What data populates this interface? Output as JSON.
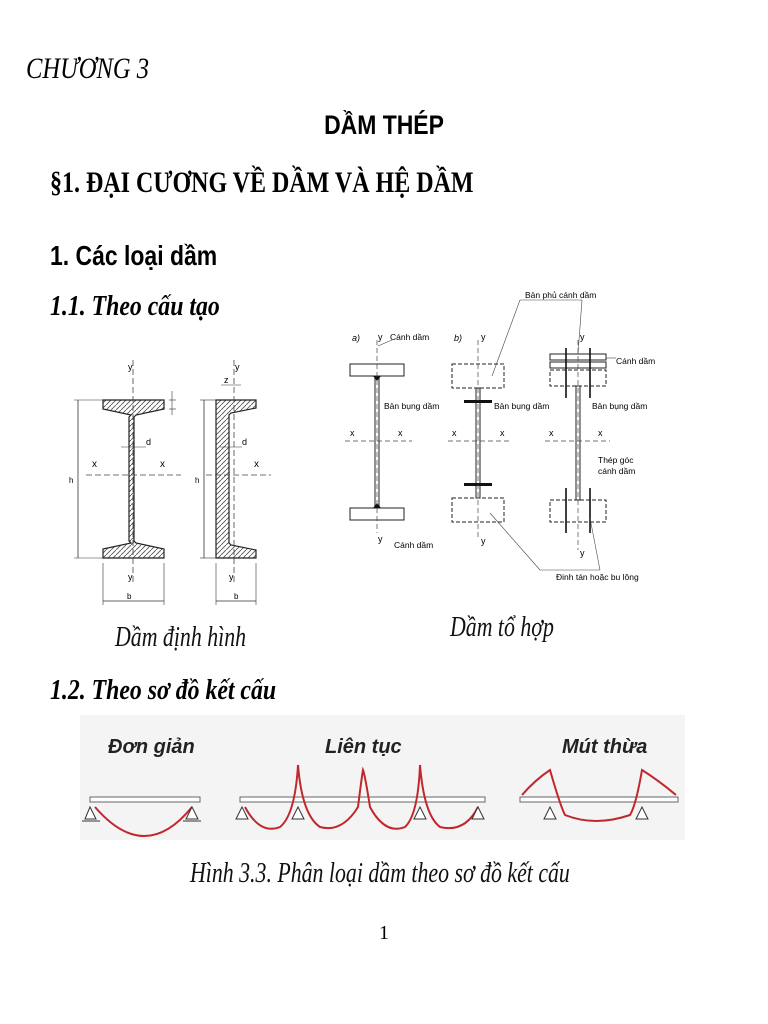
{
  "chapter": "CHƯƠNG 3",
  "title": "DẦM THÉP",
  "section": "§1. ĐẠI CƯƠNG VỀ DẦM VÀ HỆ DẦM",
  "heading1": "1. Các loại dầm",
  "sub1": "1.1. Theo cấu tạo",
  "sub2": "1.2. Theo sơ đồ kết cấu",
  "rolled": {
    "caption": "Dầm định hình",
    "labels": {
      "y": "y",
      "x": "x",
      "d": "d",
      "h": "h",
      "b": "b",
      "z": "z"
    }
  },
  "builtup": {
    "caption": "Dầm tổ hợp",
    "label_a": "a)",
    "label_b": "b)",
    "canh_dam": "Cánh dầm",
    "ban_bung_dam": "Bản bụng dầm",
    "ban_phu": "Bản phủ cánh dầm",
    "thep_goc_1": "Thép góc",
    "thep_goc_2": "cánh dầm",
    "dinh_tan": "Đinh tán hoặc bu lông",
    "x": "x",
    "y": "y"
  },
  "schemes": {
    "simple": "Đơn giản",
    "continuous": "Liên tục",
    "cantilever": "Mút thừa",
    "caption": "Hình 3.3. Phân loại dầm theo sơ đồ kết cấu"
  },
  "page_number": "1"
}
